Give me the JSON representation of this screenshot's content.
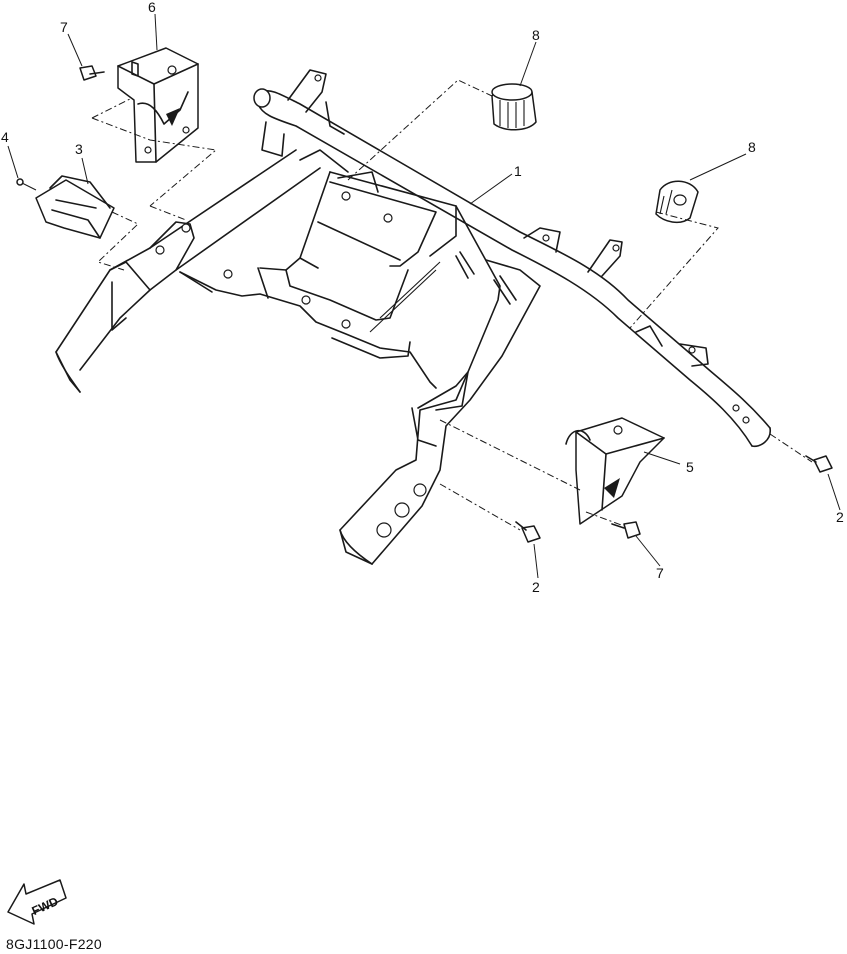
{
  "diagram": {
    "drawing_code": "8GJ1100-F220",
    "fwd_label": "FWD",
    "callouts": [
      {
        "id": "callout-1",
        "label": "1"
      },
      {
        "id": "callout-2a",
        "label": "2"
      },
      {
        "id": "callout-2b",
        "label": "2"
      },
      {
        "id": "callout-3",
        "label": "3"
      },
      {
        "id": "callout-4",
        "label": "4"
      },
      {
        "id": "callout-5",
        "label": "5"
      },
      {
        "id": "callout-6",
        "label": "6"
      },
      {
        "id": "callout-7a",
        "label": "7"
      },
      {
        "id": "callout-7b",
        "label": "7"
      },
      {
        "id": "callout-8a",
        "label": "8"
      },
      {
        "id": "callout-8b",
        "label": "8"
      }
    ]
  }
}
